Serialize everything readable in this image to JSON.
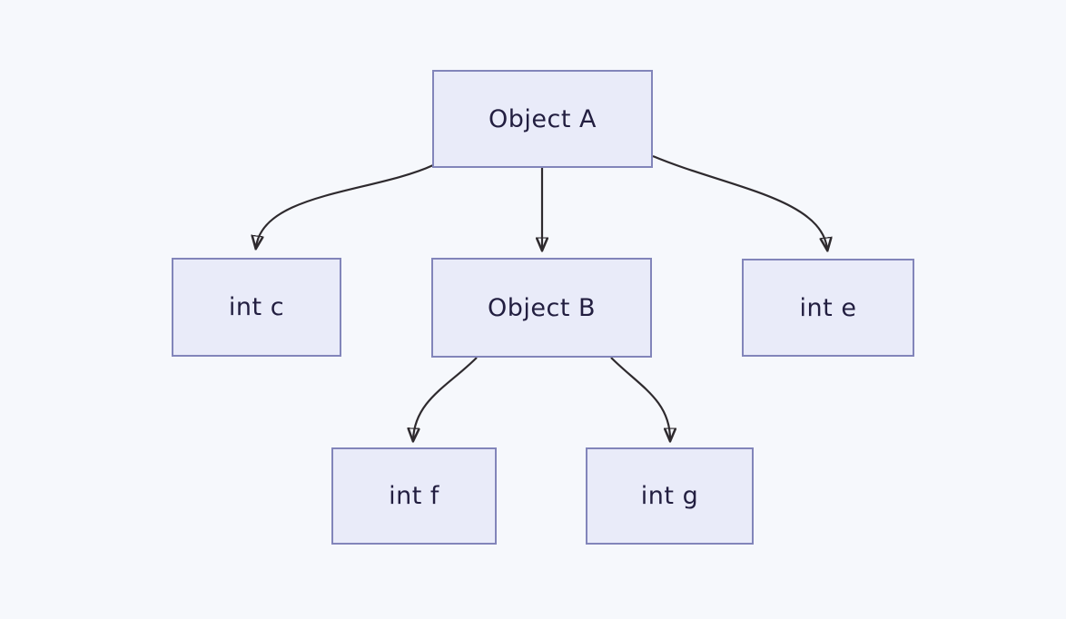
{
  "diagram": {
    "type": "tree",
    "background_color": "#f6f8fc",
    "node_fill_color": "#e9ebf9",
    "node_border_color": "#8285ba",
    "text_color": "#221e40",
    "arrow_color": "#2e2a2e",
    "nodes": [
      {
        "id": "object-a",
        "label": "Object A"
      },
      {
        "id": "int-c",
        "label": "int c"
      },
      {
        "id": "object-b",
        "label": "Object B"
      },
      {
        "id": "int-e",
        "label": "int e"
      },
      {
        "id": "int-f",
        "label": "int f"
      },
      {
        "id": "int-g",
        "label": "int g"
      }
    ],
    "edges": [
      {
        "from": "object-a",
        "to": "int-c"
      },
      {
        "from": "object-a",
        "to": "object-b"
      },
      {
        "from": "object-a",
        "to": "int-e"
      },
      {
        "from": "object-b",
        "to": "int-f"
      },
      {
        "from": "object-b",
        "to": "int-g"
      }
    ]
  }
}
